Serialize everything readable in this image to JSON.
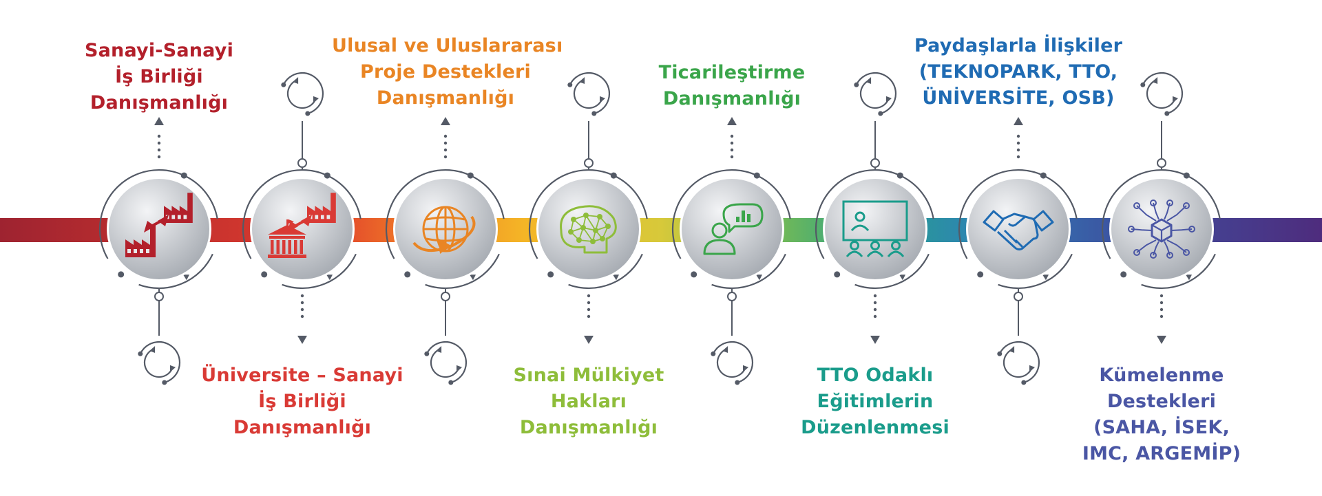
{
  "colors": {
    "connector": "#545a66",
    "node_fill_light": "#f3f4f6",
    "node_fill_dark": "#a4a9b0"
  },
  "steps": [
    {
      "icon": "factory-to-factory-icon",
      "color": "#b3202b",
      "label": [
        "Sanayi-Sanayi",
        "İş Birliği",
        "Danışmanlığı"
      ]
    },
    {
      "icon": "university-to-factory-icon",
      "color": "#d93a35",
      "label": [
        "Üniversite – Sanayi",
        "İş Birliği",
        "Danışmanlığı"
      ]
    },
    {
      "icon": "globe-icon",
      "color": "#e98524",
      "label": [
        "Ulusal ve Uluslararası",
        "Proje Destekleri",
        "Danışmanlığı"
      ]
    },
    {
      "icon": "brain-network-icon",
      "color": "#8ebd3a",
      "label": [
        "Sınai Mülkiyet",
        "Hakları",
        "Danışmanlığı"
      ]
    },
    {
      "icon": "presenter-chart-icon",
      "color": "#3aa54a",
      "label": [
        "Ticarileştirme",
        "Danışmanlığı"
      ]
    },
    {
      "icon": "training-board-icon",
      "color": "#1a9c8b",
      "label": [
        "TTO Odaklı",
        "Eğitimlerin",
        "Düzenlenmesi"
      ]
    },
    {
      "icon": "handshake-icon",
      "color": "#1f6bb3",
      "label": [
        "Paydaşlarla İlişkiler",
        "(TEKNOPARK, TTO,",
        "ÜNİVERSİTE, OSB)"
      ]
    },
    {
      "icon": "cube-network-icon",
      "color": "#4a56a4",
      "label": [
        "Kümelenme",
        "Destekleri",
        "(SAHA, İSEK,",
        "IMC, ARGEMİP)"
      ]
    }
  ]
}
